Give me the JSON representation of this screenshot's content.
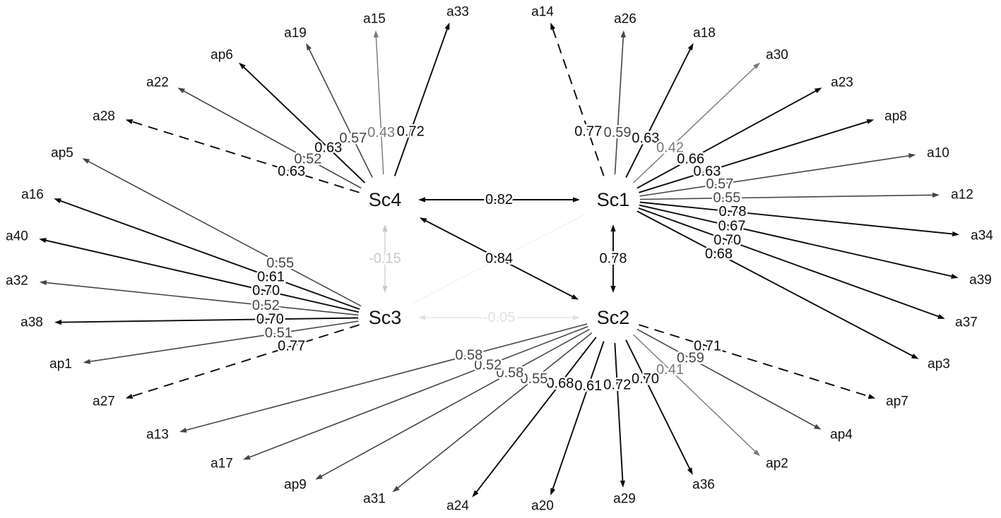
{
  "diagram": {
    "factors": [
      {
        "id": "Sc1",
        "label": "Sc1"
      },
      {
        "id": "Sc2",
        "label": "Sc2"
      },
      {
        "id": "Sc3",
        "label": "Sc3"
      },
      {
        "id": "Sc4",
        "label": "Sc4"
      }
    ],
    "correlations": [
      {
        "from": "Sc4",
        "to": "Sc1",
        "value": "0.82"
      },
      {
        "from": "Sc1",
        "to": "Sc2",
        "value": "0.78"
      },
      {
        "from": "Sc4",
        "to": "Sc2",
        "value": "0.84"
      },
      {
        "from": "Sc4",
        "to": "Sc3",
        "value": "-0.15"
      },
      {
        "from": "Sc3",
        "to": "Sc2",
        "value": "-0.05"
      },
      {
        "from": "Sc3",
        "to": "Sc1",
        "value": ""
      }
    ],
    "loadings": [
      {
        "factor": "Sc1",
        "item": "a14",
        "value": "0.77",
        "dashed": true
      },
      {
        "factor": "Sc1",
        "item": "a26",
        "value": "0.59",
        "dashed": false
      },
      {
        "factor": "Sc1",
        "item": "a18",
        "value": "0.63",
        "dashed": false
      },
      {
        "factor": "Sc1",
        "item": "a30",
        "value": "0.42",
        "dashed": false
      },
      {
        "factor": "Sc1",
        "item": "a23",
        "value": "0.66",
        "dashed": false
      },
      {
        "factor": "Sc1",
        "item": "ap8",
        "value": "0.63",
        "dashed": false
      },
      {
        "factor": "Sc1",
        "item": "a10",
        "value": "0.57",
        "dashed": false
      },
      {
        "factor": "Sc1",
        "item": "a12",
        "value": "0.55",
        "dashed": false
      },
      {
        "factor": "Sc1",
        "item": "a34",
        "value": "0.78",
        "dashed": false
      },
      {
        "factor": "Sc1",
        "item": "a39",
        "value": "0.67",
        "dashed": false
      },
      {
        "factor": "Sc1",
        "item": "a37",
        "value": "0.70",
        "dashed": false
      },
      {
        "factor": "Sc1",
        "item": "ap3",
        "value": "0.68",
        "dashed": false
      },
      {
        "factor": "Sc2",
        "item": "ap7",
        "value": "0.71",
        "dashed": true
      },
      {
        "factor": "Sc2",
        "item": "ap4",
        "value": "0.59",
        "dashed": false
      },
      {
        "factor": "Sc2",
        "item": "ap2",
        "value": "0.41",
        "dashed": false
      },
      {
        "factor": "Sc2",
        "item": "a36",
        "value": "0.70",
        "dashed": false
      },
      {
        "factor": "Sc2",
        "item": "a29",
        "value": "0.72",
        "dashed": false
      },
      {
        "factor": "Sc2",
        "item": "a20",
        "value": "0.61",
        "dashed": false
      },
      {
        "factor": "Sc2",
        "item": "a24",
        "value": "0.68",
        "dashed": false
      },
      {
        "factor": "Sc2",
        "item": "a31",
        "value": "0.55",
        "dashed": false
      },
      {
        "factor": "Sc2",
        "item": "ap9",
        "value": "0.58",
        "dashed": false
      },
      {
        "factor": "Sc2",
        "item": "a17",
        "value": "0.52",
        "dashed": false
      },
      {
        "factor": "Sc2",
        "item": "a13",
        "value": "0.58",
        "dashed": false
      },
      {
        "factor": "Sc3",
        "item": "ap5",
        "value": "0.55",
        "dashed": false
      },
      {
        "factor": "Sc3",
        "item": "a16",
        "value": "0.61",
        "dashed": false
      },
      {
        "factor": "Sc3",
        "item": "a40",
        "value": "0.70",
        "dashed": false
      },
      {
        "factor": "Sc3",
        "item": "a32",
        "value": "0.52",
        "dashed": false
      },
      {
        "factor": "Sc3",
        "item": "a38",
        "value": "0.70",
        "dashed": false
      },
      {
        "factor": "Sc3",
        "item": "ap1",
        "value": "0.51",
        "dashed": false
      },
      {
        "factor": "Sc3",
        "item": "a27",
        "value": "0.77",
        "dashed": true
      },
      {
        "factor": "Sc4",
        "item": "a28",
        "value": "0.63",
        "dashed": true
      },
      {
        "factor": "Sc4",
        "item": "a22",
        "value": "0.52",
        "dashed": false
      },
      {
        "factor": "Sc4",
        "item": "ap6",
        "value": "0.63",
        "dashed": false
      },
      {
        "factor": "Sc4",
        "item": "a19",
        "value": "0.57",
        "dashed": false
      },
      {
        "factor": "Sc4",
        "item": "a15",
        "value": "0.43",
        "dashed": false
      },
      {
        "factor": "Sc4",
        "item": "a33",
        "value": "0.72",
        "dashed": false
      }
    ]
  }
}
